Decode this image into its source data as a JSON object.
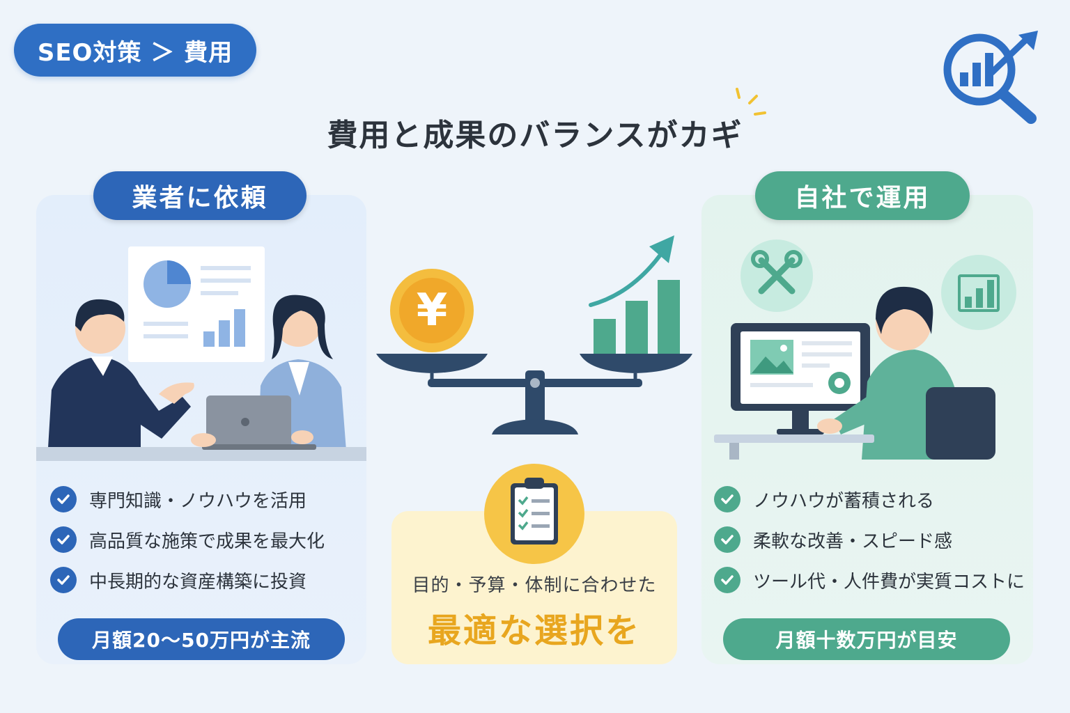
{
  "breadcrumb": {
    "label": "SEO対策 ＞ 費用"
  },
  "title": "費用と成果のバランスがカギ",
  "left": {
    "tag": "業者に依頼",
    "items": [
      "専門知識・ノウハウを活用",
      "高品質な施策で成果を最大化",
      "中長期的な資産構築に投資"
    ],
    "price": "月額20〜50万円が主流"
  },
  "center": {
    "coin_symbol": "¥",
    "subtitle": "目的・予算・体制に合わせた",
    "highlight": "最適な選択を"
  },
  "right": {
    "tag": "自社で運用",
    "items": [
      "ノウハウが蓄積される",
      "柔軟な改善・スピード感",
      "ツール代・人件費が実質コストに"
    ],
    "price": "月額十数万円が目安"
  },
  "colors": {
    "blue": "#2d66b8",
    "green": "#4ea98d",
    "gold": "#e8a61f",
    "background": "#eef4fa"
  }
}
